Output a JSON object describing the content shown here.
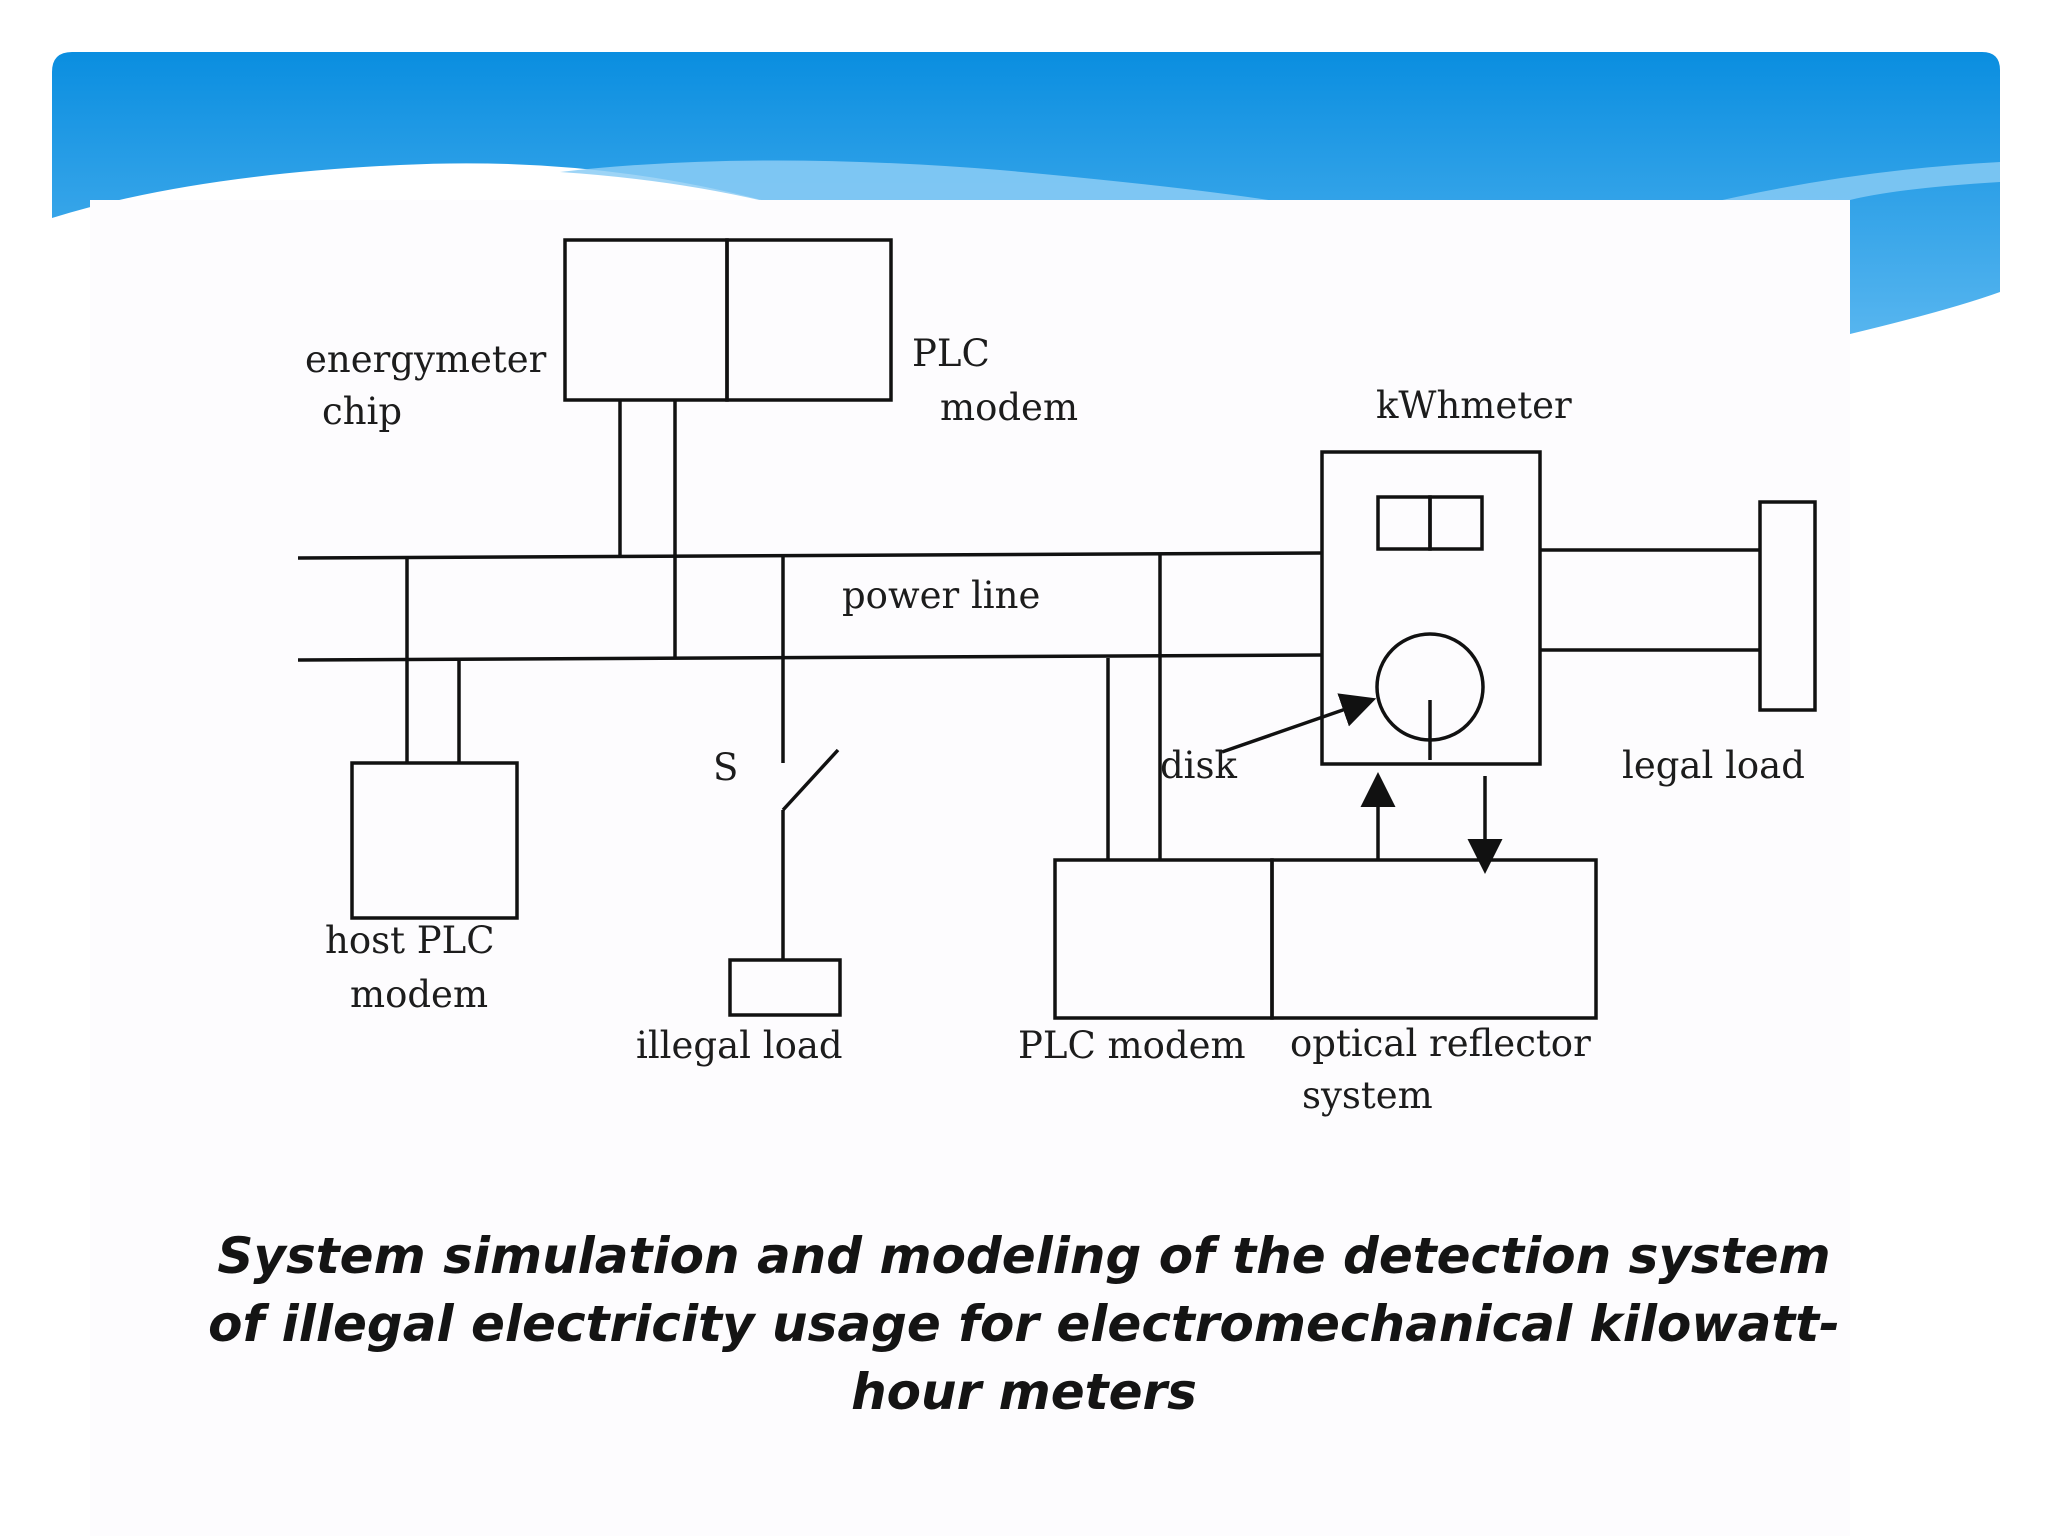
{
  "colors": {
    "banner_top": "#0a8ee0",
    "banner_bottom": "#48aeec",
    "banner_light": "#8ccdf5",
    "line": "#111111",
    "text": "#141414"
  },
  "diagram": {
    "labels": {
      "energymeter_chip_line1": "energymeter",
      "energymeter_chip_line2": "chip",
      "plc_modem_top_line1": "PLC",
      "plc_modem_top_line2": "modem",
      "kwhmeter": "kWhmeter",
      "power_line": "power line",
      "switch": "S",
      "disk": "disk",
      "legal_load": "legal load",
      "host_plc_line1": "host PLC",
      "host_plc_line2": "modem",
      "illegal_load": "illegal load",
      "plc_modem_bottom": "PLC modem",
      "optical_line1": "optical reflector",
      "optical_line2": "system"
    }
  },
  "caption": {
    "text": "System simulation and modeling of the detection system of illegal electricity usage for electromechanical kilowatt-hour meters"
  }
}
